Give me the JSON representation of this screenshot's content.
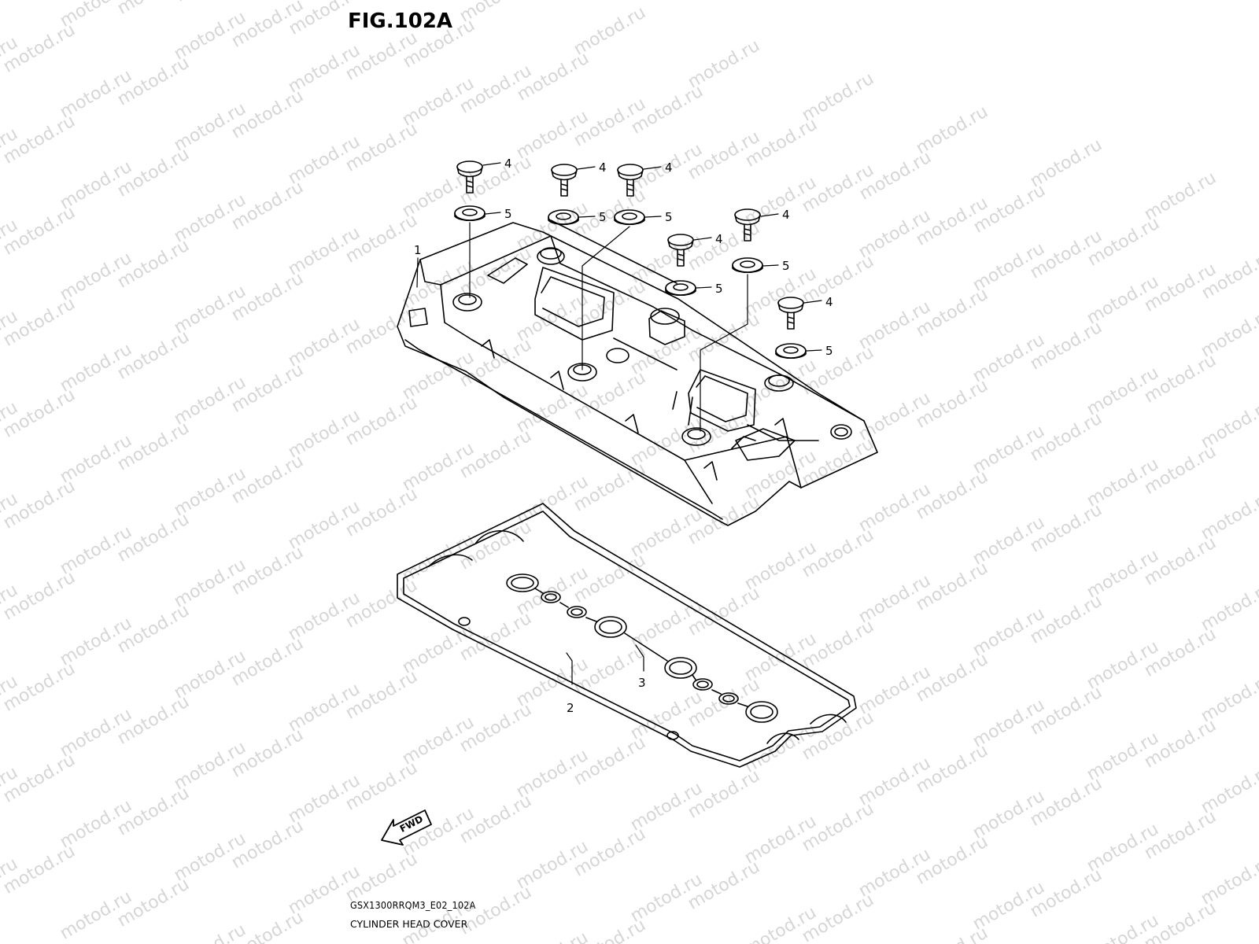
{
  "figure": {
    "title": "FIG.102A"
  },
  "watermark": {
    "text": "motod.ru"
  },
  "diagram": {
    "code": "GSX1300RRQM3_E02_102A",
    "caption": "CYLINDER HEAD COVER",
    "fwd_label": "FWD",
    "callouts": {
      "c1": "1",
      "c2": "2",
      "c3": "3",
      "bolt_a": "4",
      "bolt_b": "4",
      "bolt_c": "4",
      "bolt_d": "4",
      "bolt_e": "4",
      "bolt_f": "4",
      "washer_a": "5",
      "washer_b": "5",
      "washer_c": "5",
      "washer_d": "5",
      "washer_e": "5",
      "washer_f": "5"
    }
  }
}
